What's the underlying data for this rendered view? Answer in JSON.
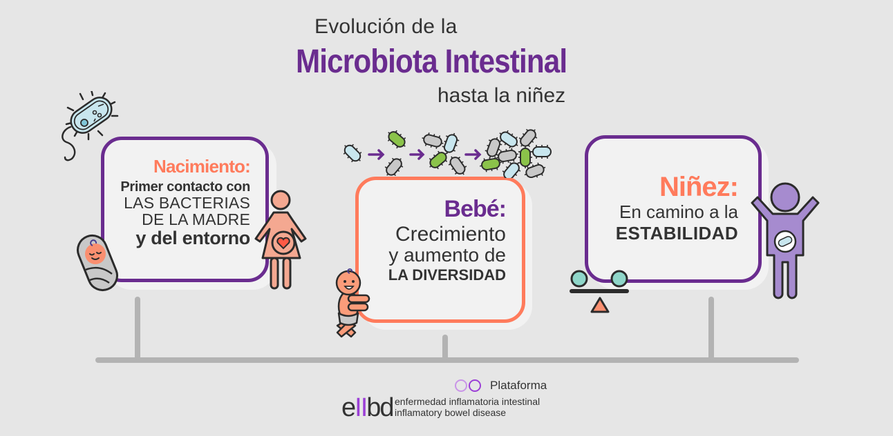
{
  "title": {
    "line1": "Evolución de la",
    "line2": "Microbiota Intestinal",
    "line3": "hasta la niñez"
  },
  "colors": {
    "purple": "#6a2c8f",
    "coral": "#ff7b5c",
    "light_purple": "#a68bcf",
    "bacteria_blue": "#c8e6ee",
    "bacteria_green": "#8bc34a",
    "bacteria_gray": "#c8c8c8",
    "timeline_gray": "#b3b3b3",
    "background": "#e6e6e6"
  },
  "stages": [
    {
      "id": "nacimiento",
      "heading": "Nacimiento:",
      "lines": [
        "Primer contacto con",
        "LAS BACTERIAS",
        "DE LA MADRE",
        "y del entorno"
      ],
      "icons": [
        "bacterium-icon",
        "swaddled-baby-icon",
        "pregnant-woman-icon"
      ]
    },
    {
      "id": "bebe",
      "heading": "Bebé:",
      "lines": [
        "Crecimiento",
        "y aumento de",
        "LA DIVERSIDAD"
      ],
      "icons": [
        "bacteria-diversity-sequence",
        "crawling-baby-icon"
      ]
    },
    {
      "id": "ninez",
      "heading": "Niñez:",
      "lines": [
        "En camino a la",
        "ESTABILIDAD"
      ],
      "icons": [
        "balance-scale-icon",
        "child-arms-up-icon"
      ]
    }
  ],
  "footer": {
    "platform_label": "Plataforma",
    "logo_e": "e",
    "logo_ii": "II",
    "logo_bd": "bd",
    "line1": "enfermedad inflamatoria intestinal",
    "line2": "inflamatory bowel disease"
  }
}
